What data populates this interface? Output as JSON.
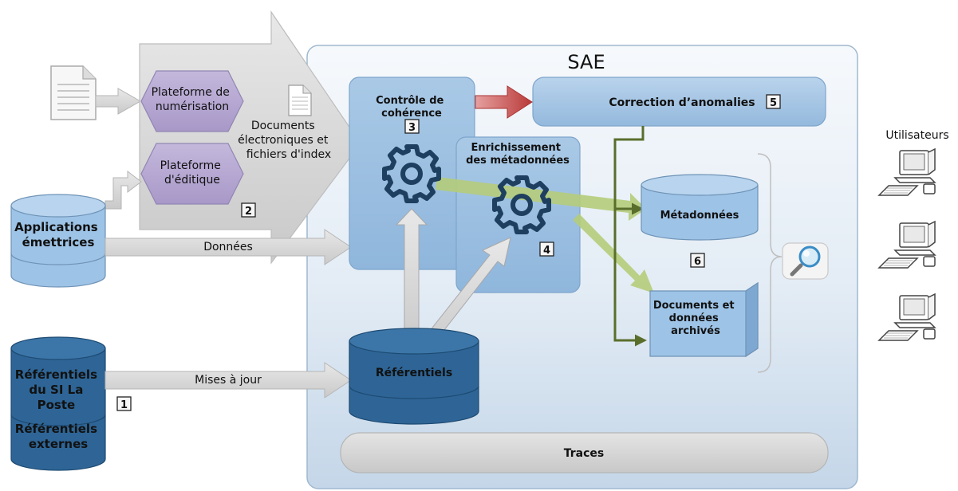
{
  "sae": {
    "title": "SAE"
  },
  "hex_scan": {
    "line1": "Plateforme de",
    "line2": "numérisation"
  },
  "hex_edit": {
    "line1": "Plateforme",
    "line2": "d'éditique"
  },
  "big_arrow": {
    "line1": "Documents",
    "line2": "électroniques et",
    "line3": "fichiers d'index"
  },
  "applications": {
    "line1": "Applications",
    "line2": "émettrices"
  },
  "referentiels_src": {
    "line1": "Référentiels",
    "line2": "du SI La",
    "line3": "Poste",
    "line4": "Référentiels",
    "line5": "externes"
  },
  "arrow_donnees": {
    "label": "Données"
  },
  "arrow_mises": {
    "label": "Mises à jour"
  },
  "controle": {
    "line1": "Contrôle de",
    "line2": "cohérence"
  },
  "enrichissement": {
    "line1": "Enrichissement",
    "line2": "des métadonnées"
  },
  "correction": {
    "label": "Correction d’anomalies"
  },
  "metadonnees": {
    "label": "Métadonnées"
  },
  "documents": {
    "line1": "Documents et",
    "line2": "données",
    "line3": "archivés"
  },
  "referentiels_sae": {
    "label": "Référentiels"
  },
  "traces": {
    "label": "Traces"
  },
  "users": {
    "label": "Utilisateurs"
  },
  "badges": {
    "b1": "1",
    "b2": "2",
    "b3": "3",
    "b4": "4",
    "b5": "5",
    "b6": "6"
  },
  "colors": {
    "dark_blue": "#2e6596",
    "light_blue": "#9dc3e6",
    "red_arrow": "#c0504d",
    "green_arrow": "#b5cc7a",
    "dark_green": "#5a6e2c"
  },
  "icons": [
    "document-icon",
    "gear-icon",
    "magnifier-icon",
    "computer-icon"
  ]
}
